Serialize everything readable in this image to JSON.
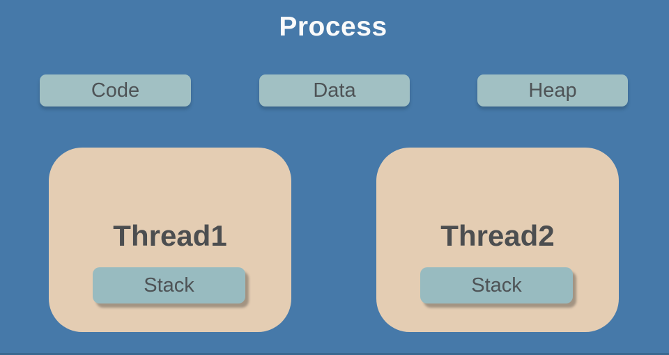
{
  "diagram": {
    "title": "Process",
    "memory_segments": [
      {
        "label": "Code"
      },
      {
        "label": "Data"
      },
      {
        "label": "Heap"
      }
    ],
    "threads": [
      {
        "label": "Thread1",
        "stack_label": "Stack"
      },
      {
        "label": "Thread2",
        "stack_label": "Stack"
      }
    ],
    "colors": {
      "background": "#4679a9",
      "segment_box": "#a1c0c3",
      "thread_box": "#e4cdb3",
      "stack_box": "#98bbc0",
      "title_text": "#fafafa",
      "box_text": "#4e5356",
      "thread_text": "#4c4e50",
      "bottom_edge": "#3a6890"
    }
  }
}
